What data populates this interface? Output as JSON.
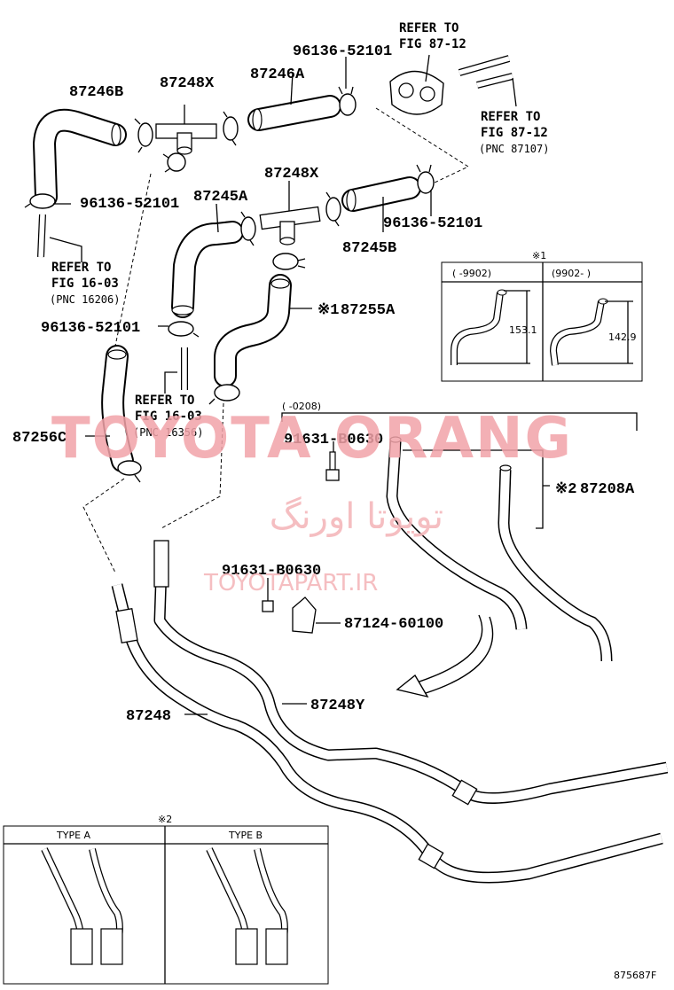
{
  "parts": {
    "p87246B": "87246B",
    "p87248X_top": "87248X",
    "p87246A": "87246A",
    "p96136_top": "96136-52101",
    "p87248X_mid": "87248X",
    "p87245A": "87245A",
    "p87245B": "87245B",
    "p96136_right": "96136-52101",
    "p96136_left": "96136-52101",
    "p96136_lower": "96136-52101",
    "p87255A": "87255A",
    "p87256C": "87256C",
    "p91631_a": "91631-B0630",
    "p87208A": "87208A",
    "p91631_b": "91631-B0630",
    "p87124": "87124-60100",
    "p87248Y": "87248Y",
    "p87248": "87248"
  },
  "refs": {
    "r1_line1": "REFER TO",
    "r1_line2": "FIG 87-12",
    "r2_line1": "REFER TO",
    "r2_line2": "FIG 87-12",
    "r2_pnc": "(PNC 87107)",
    "r3_line1": "REFER TO",
    "r3_line2": "FIG 16-03",
    "r3_pnc": "(PNC 16206)",
    "r4_line1": "REFER TO",
    "r4_line2": "FIG 16-03",
    "r4_pnc": "(PNC 16356)"
  },
  "marks": {
    "note1": "※1",
    "note2": "※2",
    "note1_small": "※1",
    "note2_small": "※2"
  },
  "inset1": {
    "title": "※1",
    "col_left": "(      -9902)",
    "col_right": "(9902-       )",
    "dim_left": "153.1",
    "dim_right": "142.9"
  },
  "range_bar": {
    "label": "(      -0208)"
  },
  "inset2": {
    "title": "※2",
    "type_a": "TYPE A",
    "type_b": "TYPE B"
  },
  "watermark": {
    "brand": "TOYOTA ORANG",
    "persian": "تویوتا اورنگ",
    "url": "TOYOTAPART.IR"
  },
  "figure_code": "875687F"
}
